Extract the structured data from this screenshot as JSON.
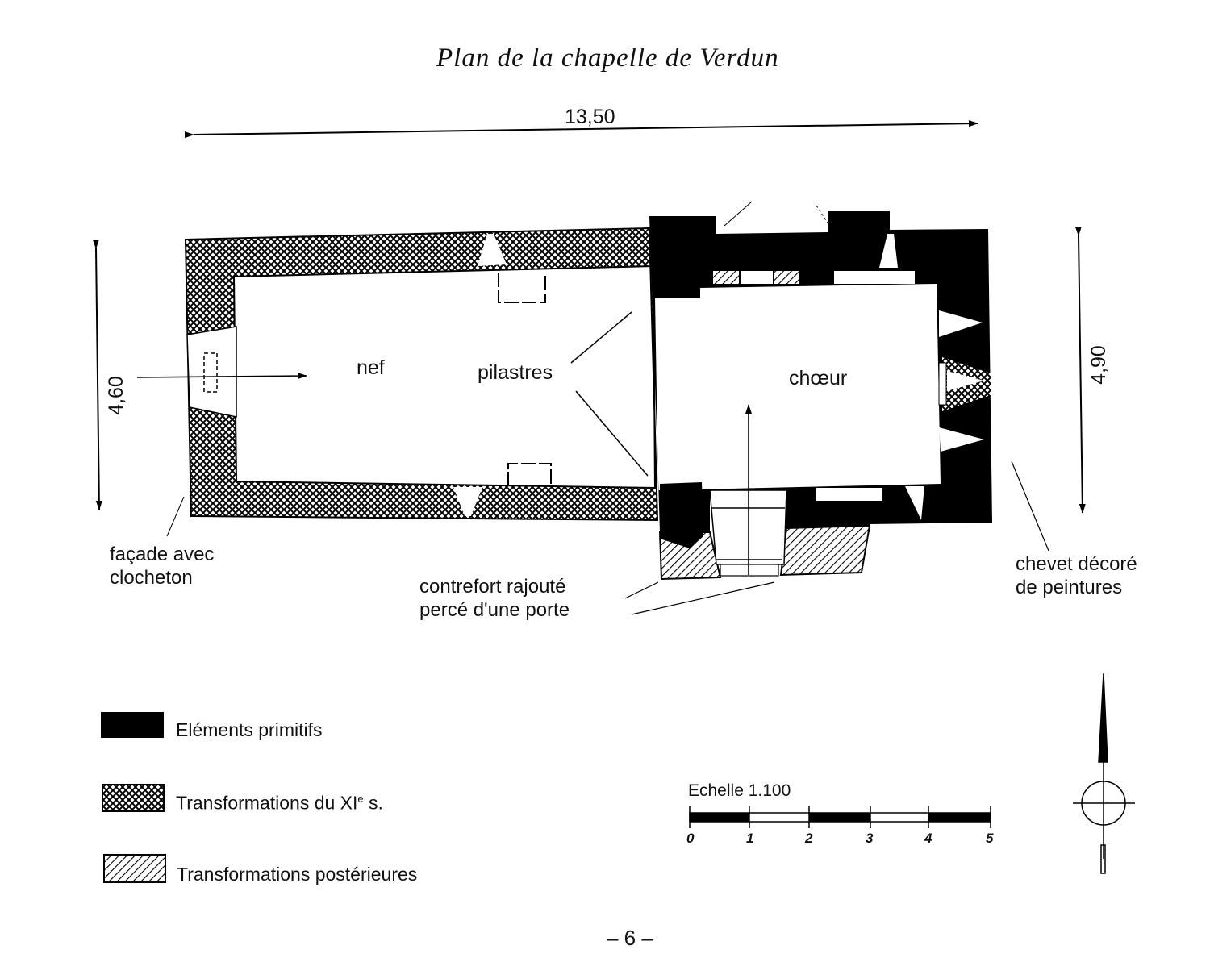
{
  "title": "Plan de la chapelle de Verdun",
  "dimensions": {
    "length": "13,50",
    "width_west": "4,60",
    "width_east": "4,90"
  },
  "rooms": {
    "nave": "nef",
    "choir": "chœur"
  },
  "annotations": {
    "pilasters": "pilastres",
    "facade_line1": "façade avec",
    "facade_line2": "clocheton",
    "buttress_line1": "contrefort rajouté",
    "buttress_line2": "percé d'une porte",
    "apse_line1": "chevet décoré",
    "apse_line2": "de peintures"
  },
  "legend": [
    {
      "label": "Eléments primitifs",
      "pattern": "solid-black"
    },
    {
      "label": "Transformations du XI",
      "superscript": "e",
      "suffix": " s.",
      "pattern": "crosshatch"
    },
    {
      "label": "Transformations postérieures",
      "pattern": "diagonal-hatch"
    }
  ],
  "scale": {
    "label": "Echelle 1.100",
    "ticks": [
      "0",
      "1",
      "2",
      "3",
      "4",
      "5"
    ]
  },
  "page_number": "– 6 –"
}
